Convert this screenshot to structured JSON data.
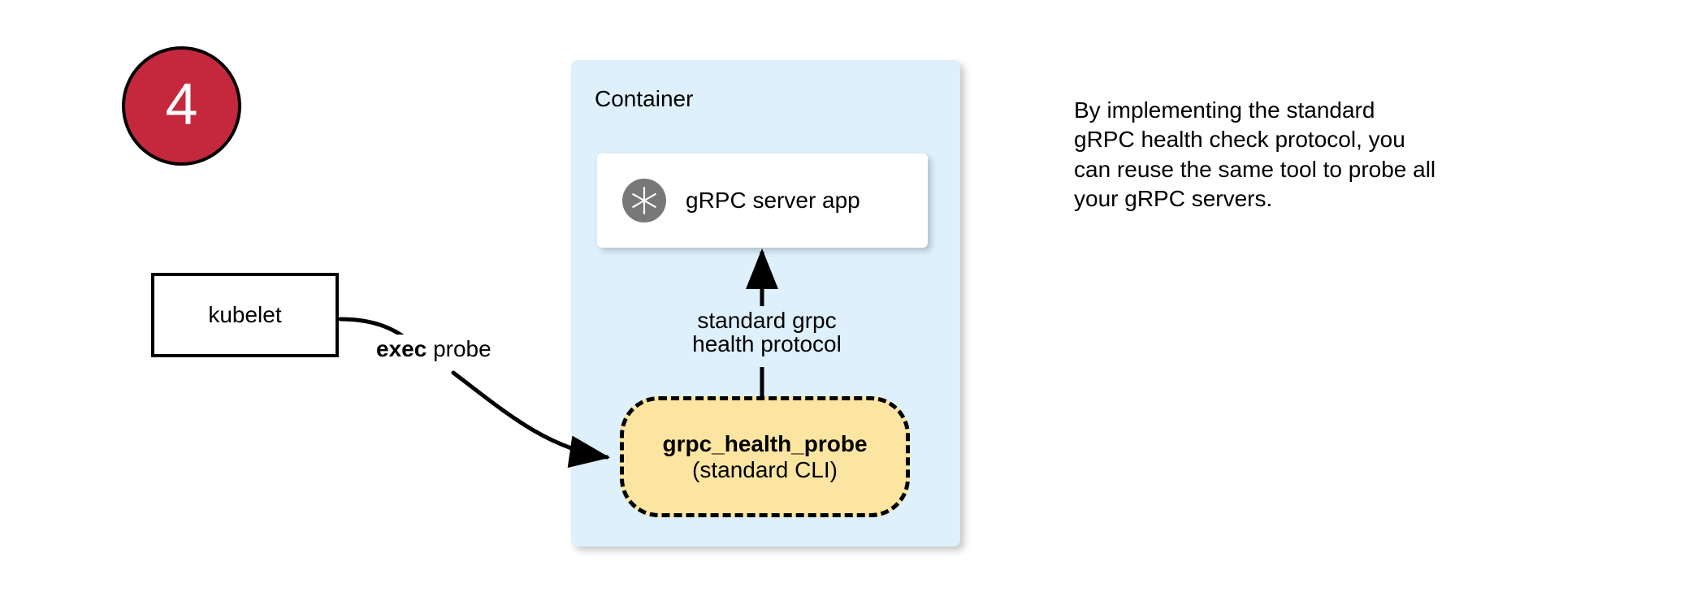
{
  "step": {
    "number": "4"
  },
  "container": {
    "label": "Container"
  },
  "server_card": {
    "icon": "grpc-aperture-icon",
    "label": "gRPC server app"
  },
  "probe": {
    "title": "grpc_health_probe",
    "subtitle": "(standard CLI)"
  },
  "kubelet": {
    "label": "kubelet"
  },
  "edges": {
    "exec_probe": {
      "emphasis": "exec",
      "rest": " probe"
    },
    "health_protocol": {
      "line1": "standard grpc",
      "line2": "health protocol"
    }
  },
  "note": {
    "line1": "By implementing the standard",
    "line2": "gRPC health check protocol, you",
    "line3": "can reuse the same tool to probe all",
    "line4": "your gRPC servers."
  },
  "colors": {
    "badge_fill": "#c5283d",
    "container_fill": "#ddf0fb",
    "probe_fill": "#fce5a0",
    "icon_gray": "#787878",
    "stroke": "#000000"
  }
}
